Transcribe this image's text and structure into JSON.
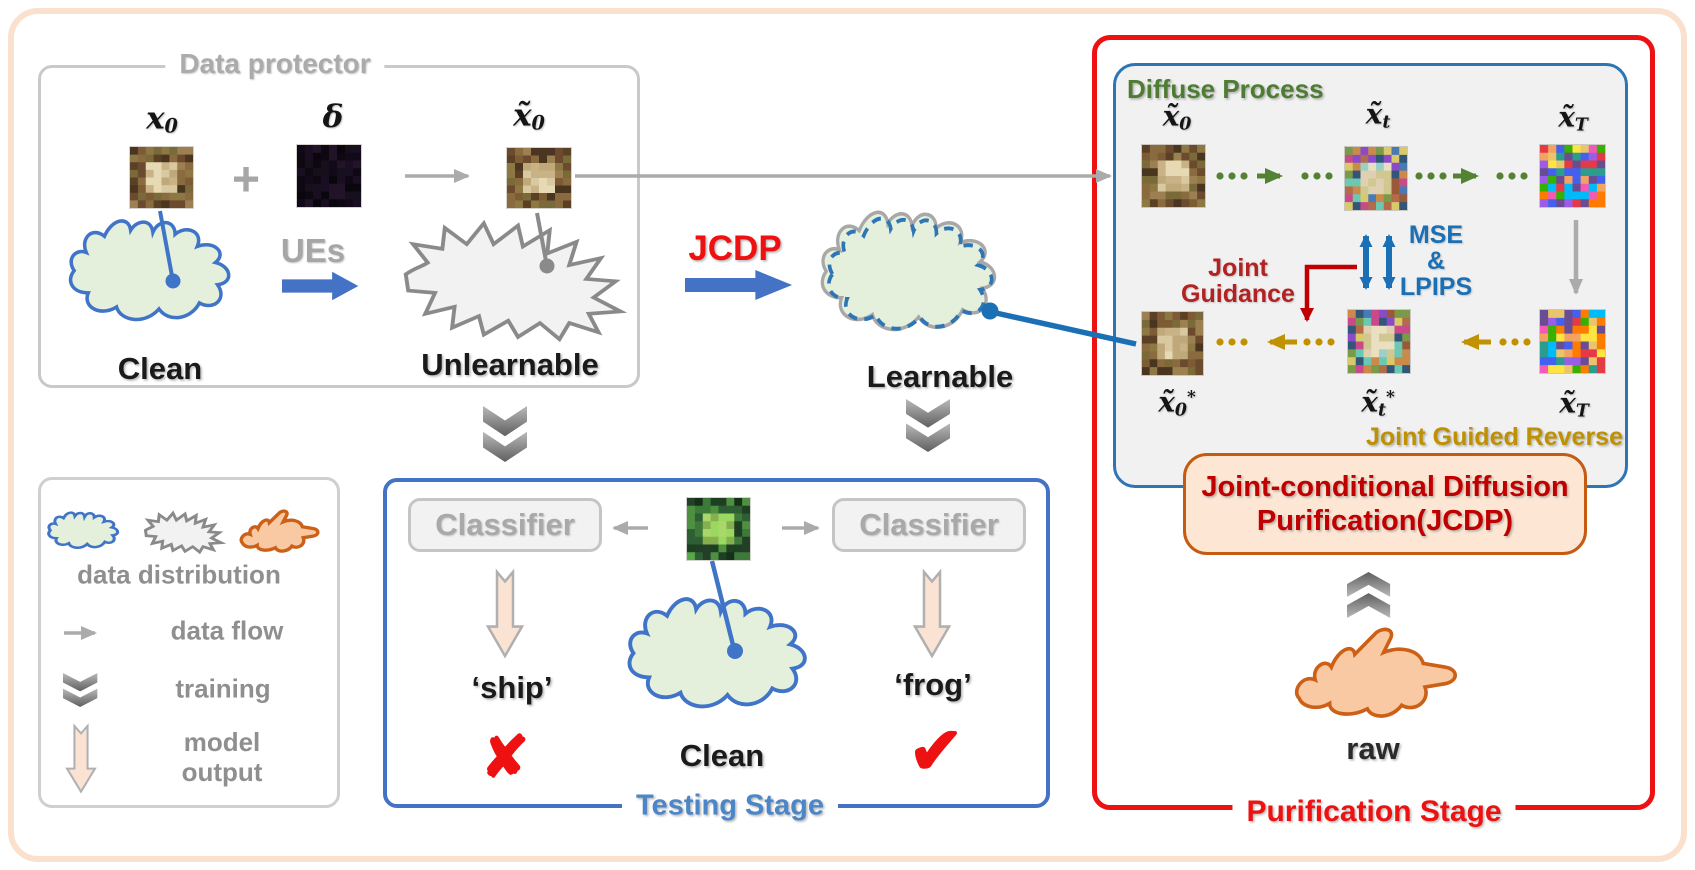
{
  "colors": {
    "red": "#ee1111",
    "dark_red": "#c00000",
    "joint_red": "#b32222",
    "blue_accent": "#4472c4",
    "steel_blue": "#2e75b6",
    "bright_blue": "#1b6fb5",
    "testing_blue": "#4a86c8",
    "green_text": "#4e7c33",
    "green_fill": "#e4f0dc",
    "gold": "#bf9000",
    "gray_text": "#a6a6a6",
    "gray_border": "#c9c9c9",
    "peach_border": "#fae0cd",
    "peach_fill": "#fde6d4",
    "orange": "#c55a11",
    "raw_fill": "#f9c9a3"
  },
  "data_protector": {
    "title": "Data protector",
    "x0": {
      "b": "x",
      "s": "0"
    },
    "plus": "+",
    "delta": {
      "b": "δ"
    },
    "x0_tilde": {
      "b": "x̃",
      "s": "0"
    },
    "ues": "UEs",
    "clean": "Clean",
    "unlearnable": "Unlearnable"
  },
  "middle": {
    "jcdp": "JCDP",
    "learnable": "Learnable"
  },
  "purification": {
    "title": "Purification Stage",
    "diffuse_title": "Diffuse Process",
    "labels": {
      "x0": {
        "b": "x̃",
        "s": "0"
      },
      "xt": {
        "b": "x̃",
        "s": "t"
      },
      "xT": {
        "b": "x̃",
        "s": "T"
      },
      "x0_star": {
        "b": "x̃",
        "s": "0",
        "p": "*"
      },
      "xt_star": {
        "b": "x̃",
        "s": "t",
        "p": "*"
      },
      "xT_bottom": {
        "b": "x̃",
        "s": "T"
      }
    },
    "mse_line1": "MSE",
    "mse_line2": "&",
    "mse_line3": "LPIPS",
    "joint_line1": "Joint",
    "joint_line2": "Guidance",
    "reverse_label": "Joint Guided Reverse",
    "jcdp_line1": "Joint-conditional Diffusion",
    "jcdp_line2": "Purification(JCDP)",
    "raw": "raw"
  },
  "testing": {
    "title": "Testing Stage",
    "classifier_left": "Classifier",
    "classifier_right": "Classifier",
    "ship": "‘ship’",
    "frog": "‘frog’",
    "clean": "Clean",
    "cross_glyph": "✘",
    "check_glyph": "✔"
  },
  "legend": {
    "data_distribution": "data distribution",
    "data_flow": "data flow",
    "training": "training",
    "model_output": "model output"
  }
}
